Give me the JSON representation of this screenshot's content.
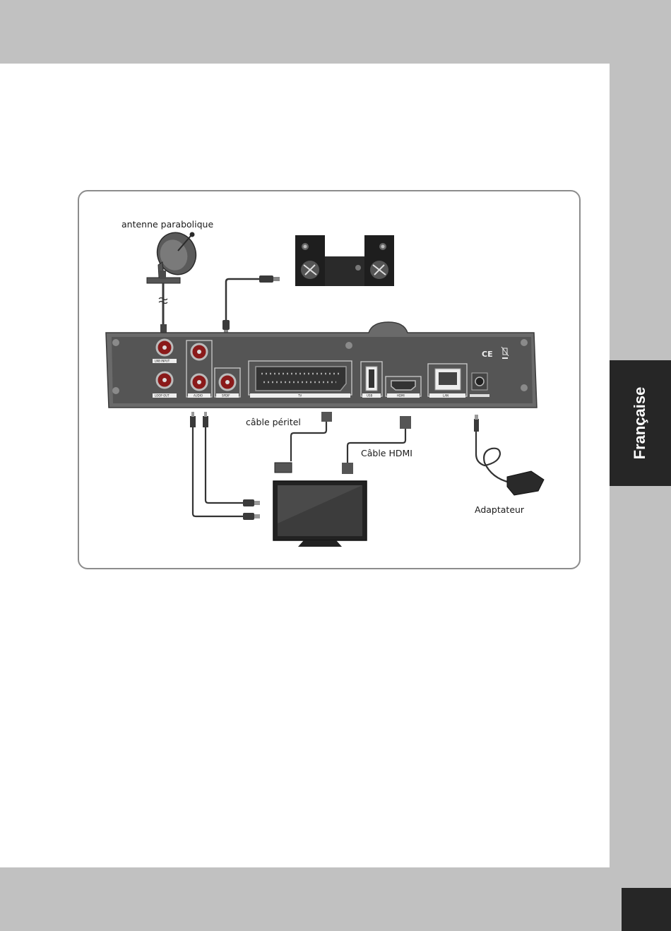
{
  "language_tab": "Française",
  "diagram": {
    "labels": {
      "dish": "antenne parabolique",
      "scart": "câble péritel",
      "hdmi_cable": "Câble HDMI",
      "adapter": "Adaptateur"
    },
    "ports": {
      "lnb_input": "LNB INPUT",
      "loop_out": "LOOP OUT",
      "audio": "AUDIO",
      "spdif": "SPDIF",
      "tv": "TV",
      "usb": "USB",
      "hdmi": "HDMI",
      "lan": "LAN"
    },
    "marks": {
      "ce": "CE"
    }
  }
}
